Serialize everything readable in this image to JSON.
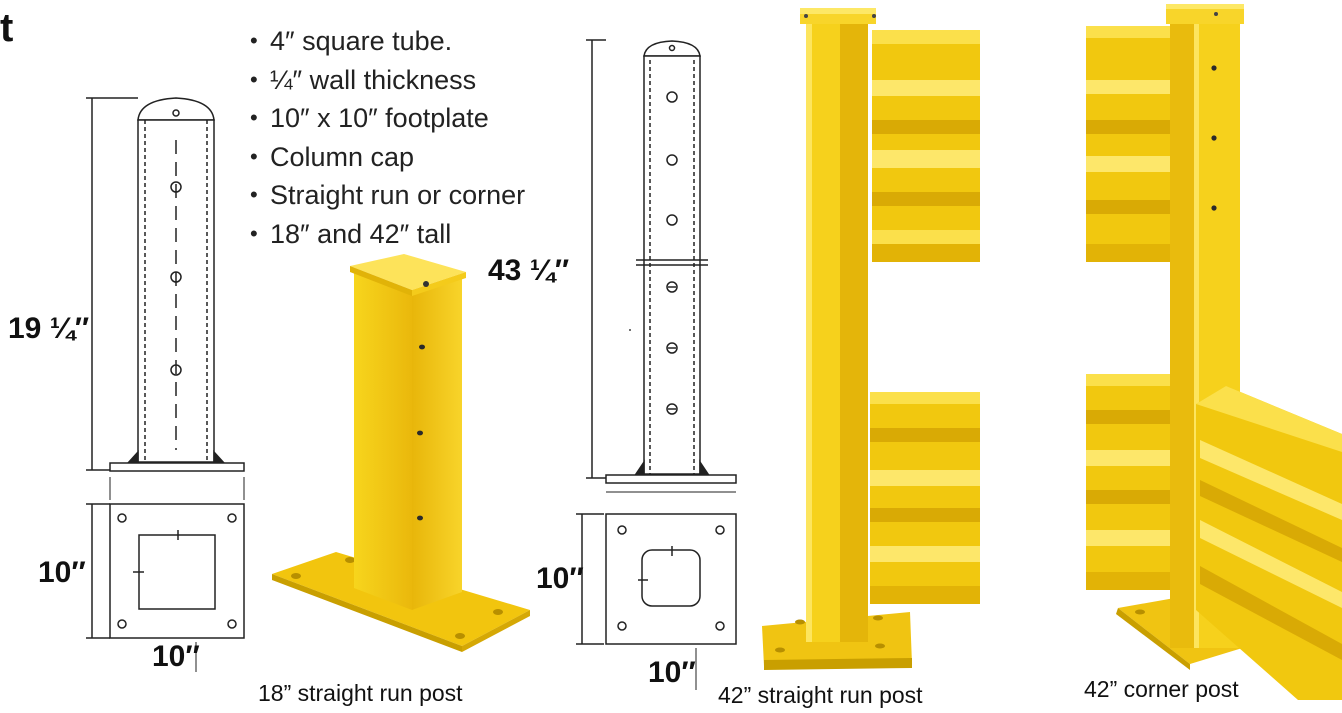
{
  "heading_fragment": "t",
  "features": [
    "4″ square tube.",
    "¼″ wall thickness",
    "10″ x 10″ footplate",
    "Column cap",
    "Straight run or corner",
    "18″ and 42″ tall"
  ],
  "drawing_18": {
    "height_label": "19 ¼″",
    "plate_side_label": "10″",
    "plate_bottom_label": "10″"
  },
  "drawing_42": {
    "height_label": "43 ¼″",
    "plate_side_label": "10″",
    "plate_bottom_label": "10″"
  },
  "captions": {
    "post_18_straight": "18” straight run post",
    "post_42_straight": "42” straight run post",
    "post_42_corner": "42” corner post"
  },
  "colors": {
    "safety_yellow": "#f2cc12",
    "yellow_shadow": "#c99f00",
    "yellow_highlight": "#fde35a",
    "line_art": "#222222"
  }
}
